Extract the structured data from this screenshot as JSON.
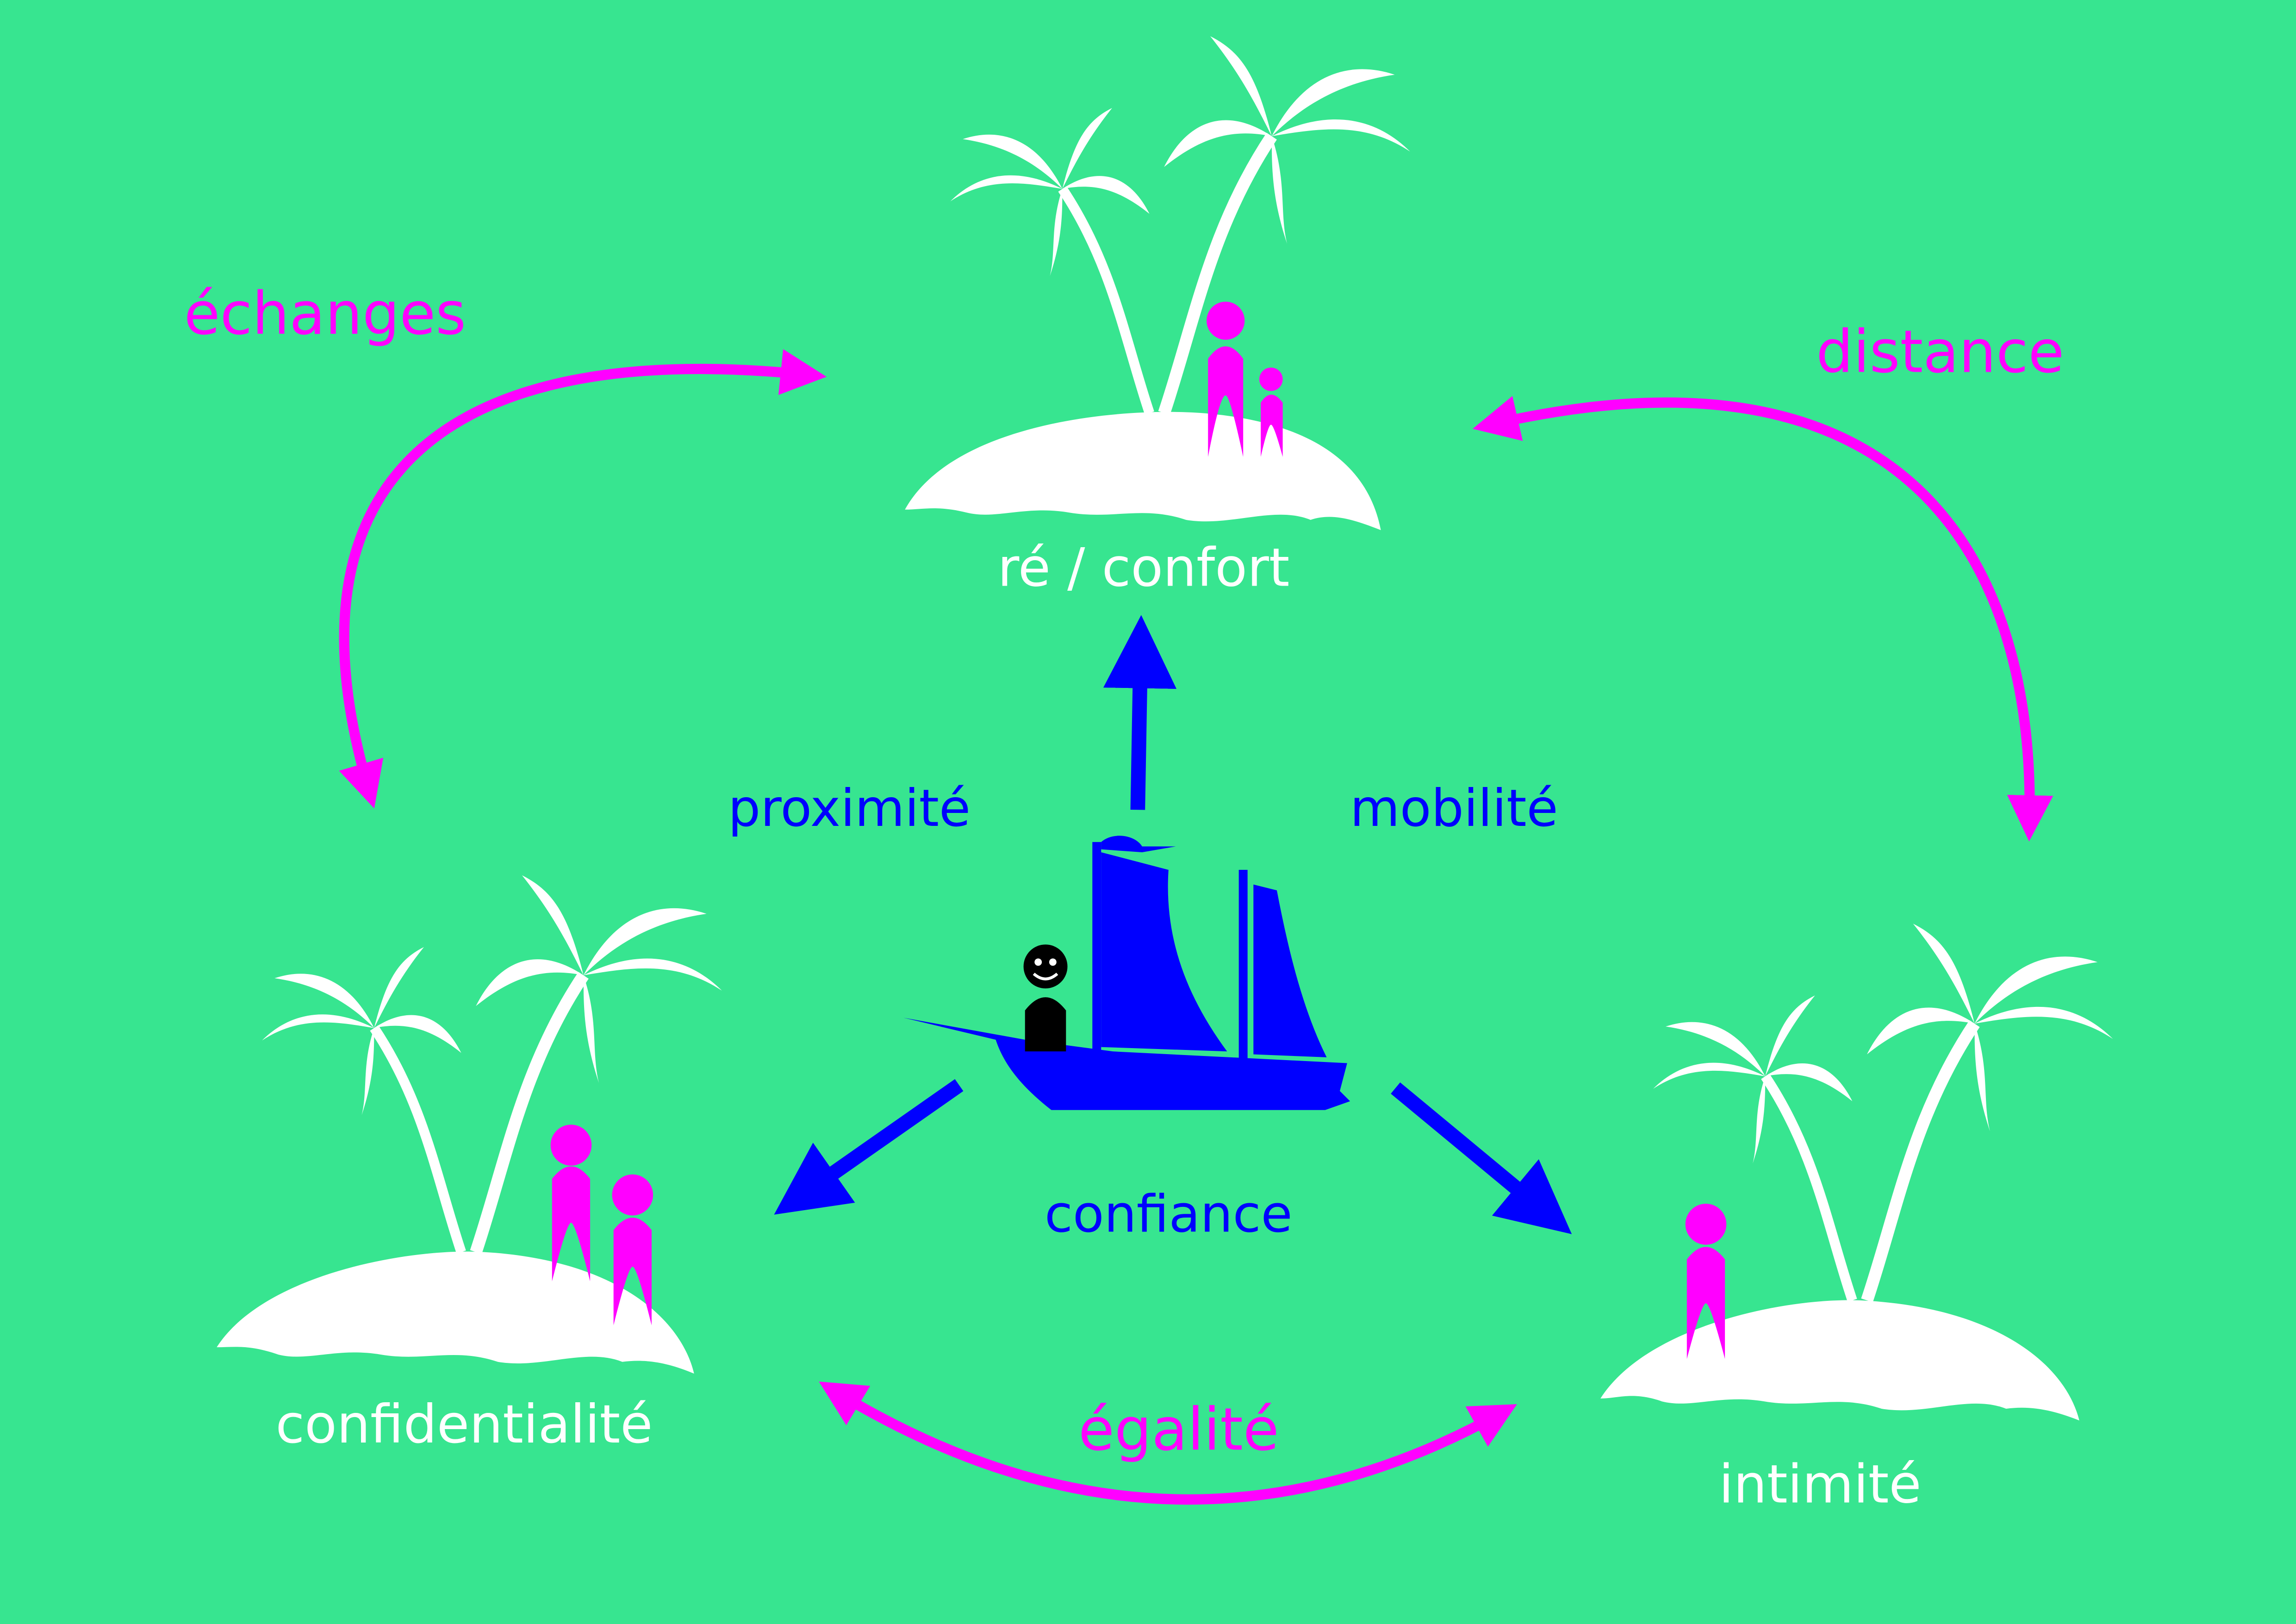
{
  "colors": {
    "background": "#37E590",
    "accent_magenta": "#FF00FF",
    "accent_blue": "#0000FF",
    "island": "#FFFFFF"
  },
  "islands": {
    "top": {
      "label": "ré / confort"
    },
    "left": {
      "label": "confidentialité"
    },
    "right": {
      "label": "intimité"
    }
  },
  "relations": {
    "echanges": "échanges",
    "distance": "distance",
    "egalite": "égalité"
  },
  "boat": {
    "proximite": "proximité",
    "mobilite": "mobilité",
    "confiance": "confiance"
  }
}
